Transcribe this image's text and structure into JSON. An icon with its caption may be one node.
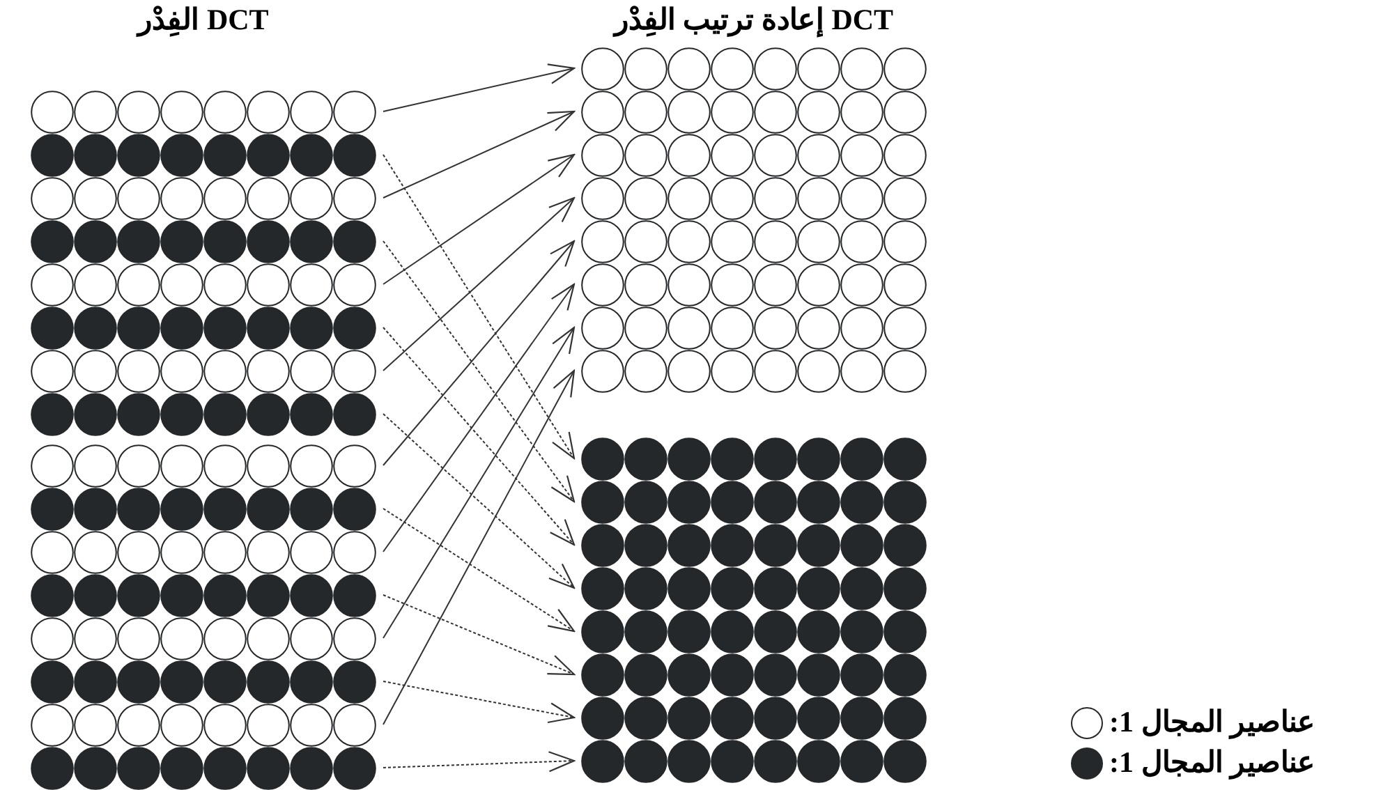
{
  "diagram": {
    "nodes": [
      {
        "text": [
          "الفِدْر DCT"
        ]
      },
      {
        "text": [
          "إعادة ترتيب الفِدْر DCT"
        ]
      },
      {
        "text": [],
        "shape": "circle",
        "in": 0
      },
      {
        "text": [],
        "shape": "circle",
        "in": 0
      },
      {
        "text": [],
        "shape": "circle",
        "in": 0
      },
      {
        "text": [],
        "shape": "circle",
        "in": 0
      },
      {
        "text": [],
        "shape": "circle",
        "in": 0
      },
      {
        "text": [],
        "shape": "circle",
        "in": 0
      },
      {
        "text": [],
        "shape": "circle",
        "in": 0
      },
      {
        "text": [],
        "shape": "circle",
        "in": 0
      },
      {
        "text": [],
        "shape": "circle",
        "in": 0
      },
      {
        "text": [],
        "shape": "circle",
        "in": 0
      },
      {
        "text": [],
        "shape": "circle",
        "in": 0
      },
      {
        "text": [],
        "shape": "circle",
        "in": 0
      },
      {
        "text": [],
        "shape": "circle",
        "in": 0
      },
      {
        "text": [],
        "shape": "circle",
        "in": 0
      },
      {
        "text": [],
        "shape": "circle",
        "in": 0
      },
      {
        "text": [],
        "shape": "circle",
        "in": 0
      },
      {
        "text": [],
        "shape": "circle",
        "in": 1
      },
      {
        "text": [],
        "shape": "circle",
        "in": 1
      },
      {
        "text": [],
        "shape": "circle",
        "in": 1
      },
      {
        "text": [],
        "shape": "circle",
        "in": 1
      },
      {
        "text": [],
        "shape": "circle",
        "in": 1
      },
      {
        "text": [],
        "shape": "circle",
        "in": 1
      },
      {
        "text": [],
        "shape": "circle",
        "in": 1
      },
      {
        "text": [],
        "shape": "circle",
        "in": 1
      },
      {
        "text": [],
        "shape": "circle",
        "in": 1
      },
      {
        "text": [],
        "shape": "circle",
        "in": 1
      },
      {
        "text": [],
        "shape": "circle",
        "in": 1
      },
      {
        "text": [],
        "shape": "circle",
        "in": 1
      },
      {
        "text": [],
        "shape": "circle",
        "in": 1
      },
      {
        "text": [],
        "shape": "circle",
        "in": 1
      },
      {
        "text": [],
        "shape": "circle",
        "in": 1
      },
      {
        "text": [],
        "shape": "circle",
        "in": 1
      }
    ],
    "edges": [
      {
        "from": 2,
        "to": 18,
        "arrow": "to"
      },
      {
        "from": 3,
        "to": 26,
        "arrow": "to",
        "style": "dashed"
      },
      {
        "from": 4,
        "to": 19,
        "arrow": "to"
      },
      {
        "from": 5,
        "to": 27,
        "arrow": "to",
        "style": "dashed"
      },
      {
        "from": 6,
        "to": 20,
        "arrow": "to"
      },
      {
        "from": 7,
        "to": 28,
        "arrow": "to",
        "style": "dashed"
      },
      {
        "from": 8,
        "to": 21,
        "arrow": "to"
      },
      {
        "from": 9,
        "to": 29,
        "arrow": "to",
        "style": "dashed"
      },
      {
        "from": 10,
        "to": 22,
        "arrow": "to"
      },
      {
        "from": 11,
        "to": 30,
        "arrow": "to",
        "style": "dashed"
      },
      {
        "from": 12,
        "to": 23,
        "arrow": "to"
      },
      {
        "from": 13,
        "to": 31,
        "arrow": "to",
        "style": "dashed"
      },
      {
        "from": 14,
        "to": 24,
        "arrow": "to"
      },
      {
        "from": 15,
        "to": 32,
        "arrow": "to",
        "style": "dashed"
      },
      {
        "from": 16,
        "to": 25,
        "arrow": "to"
      },
      {
        "from": 17,
        "to": 33,
        "arrow": "to",
        "style": "dashed"
      }
    ],
    "legend": [
      {
        "text": "عناصير المجال 1:"
      },
      {
        "text": "عناصير المجال 1:"
      }
    ]
  }
}
